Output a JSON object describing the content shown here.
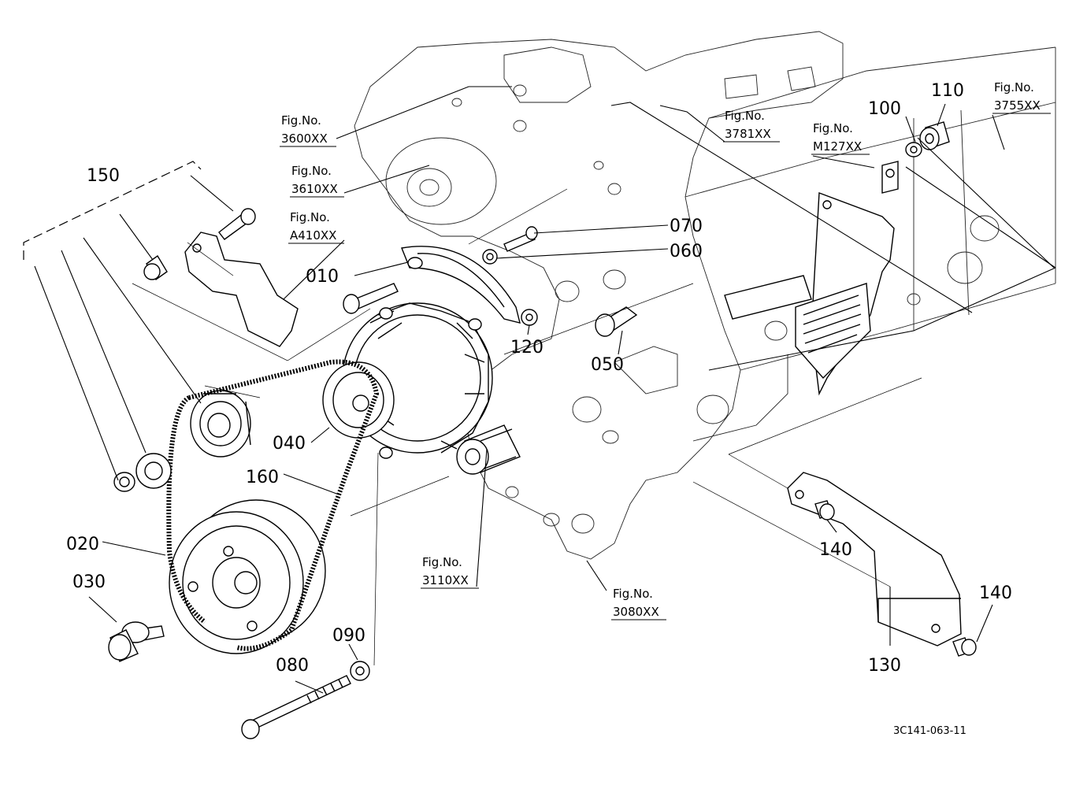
{
  "diagram": {
    "part_labels": {
      "p010": "010",
      "p020": "020",
      "p030": "030",
      "p040": "040",
      "p050": "050",
      "p060": "060",
      "p070": "070",
      "p080": "080",
      "p090": "090",
      "p100": "100",
      "p110": "110",
      "p120": "120",
      "p130": "130",
      "p140a": "140",
      "p140b": "140",
      "p150": "150",
      "p160": "160"
    },
    "fig_refs": {
      "f3600": {
        "label": "Fig.No.",
        "code": "3600XX"
      },
      "f3610": {
        "label": "Fig.No.",
        "code": "3610XX"
      },
      "fA410": {
        "label": "Fig.No.",
        "code": "A410XX"
      },
      "f3781": {
        "label": "Fig.No.",
        "code": "3781XX"
      },
      "fM127": {
        "label": "Fig.No.",
        "code": "M127XX"
      },
      "f3755": {
        "label": "Fig.No.",
        "code": "3755XX"
      },
      "f3110": {
        "label": "Fig.No.",
        "code": "3110XX"
      },
      "f3080": {
        "label": "Fig.No.",
        "code": "3080XX"
      }
    },
    "drawing_code": "3C141-063-11"
  }
}
